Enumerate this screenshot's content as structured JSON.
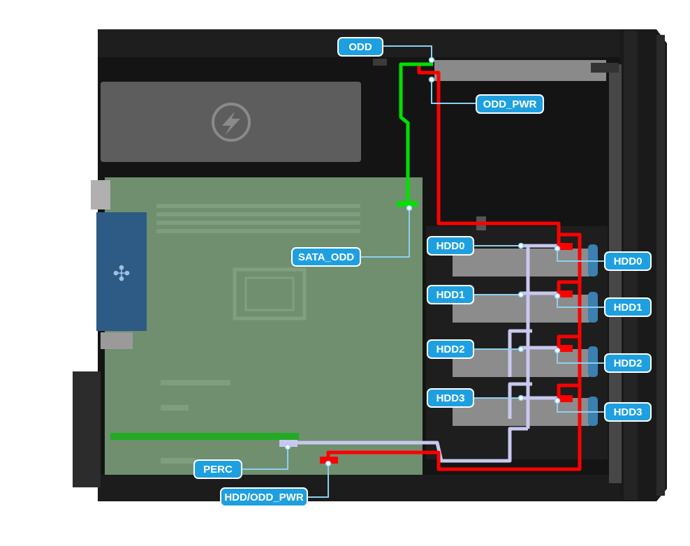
{
  "callouts": {
    "odd": "ODD",
    "odd_pwr": "ODD_PWR",
    "sata_odd": "SATA_ODD",
    "hdd0_left": "HDD0",
    "hdd1_left": "HDD1",
    "hdd2_left": "HDD2",
    "hdd3_left": "HDD3",
    "hdd0_right": "HDD0",
    "hdd1_right": "HDD1",
    "hdd2_right": "HDD2",
    "hdd3_right": "HDD3",
    "perc": "PERC",
    "hdd_odd_pwr": "HDD/ODD_PWR"
  },
  "colors": {
    "chassis": "#141414",
    "motherboard": "#6f8f6f",
    "psu": "#5a5a5a",
    "fan_module": "#2e5a86",
    "drive_bay": "#8c8c8c",
    "power_cable": "#ff0000",
    "sata_odd_cable": "#00e000",
    "sas_cable": "#c8c8f0",
    "callout_fill": "#1ea0e0",
    "pci_slot": "#22aa22"
  }
}
